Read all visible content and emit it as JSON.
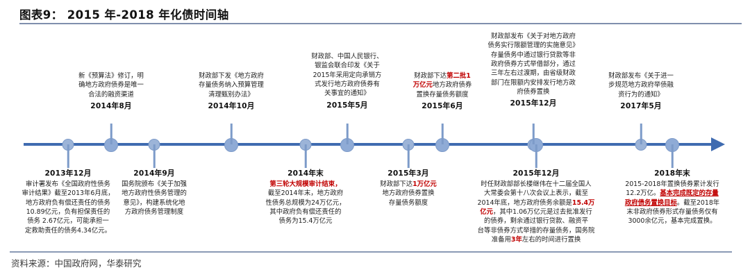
{
  "figure": {
    "title": "图表9： 2015 年-2018 年化债时间轴",
    "source_label": "资料来源：中国政府网，华泰研究"
  },
  "axis": {
    "direction": "left-to-right",
    "line_color": "#3f6bb0",
    "node_color": "#9cb4d8",
    "highlight_color": "#c00000"
  },
  "events": [
    {
      "id": "2013-12",
      "date": "2013年12月",
      "position": "below",
      "body_segments": [
        {
          "text": "审计署发布《全国政府性债务",
          "style": "normal"
        },
        {
          "text": "审计结果》截至2013年6月底，",
          "style": "normal"
        },
        {
          "text": "地方政府负有偿还责任的债务",
          "style": "normal"
        },
        {
          "text": "10.89亿元，负有担保责任的",
          "style": "normal"
        },
        {
          "text": "债务 2.67亿元，可能承担一",
          "style": "normal"
        },
        {
          "text": "定救助责任的债务4.34亿元。",
          "style": "normal"
        }
      ]
    },
    {
      "id": "2014-08",
      "date": "2014年8月",
      "position": "above",
      "body_segments": [
        {
          "text": "新《预算法》修订，明",
          "style": "normal"
        },
        {
          "text": "确地方政府债券是唯一",
          "style": "normal"
        },
        {
          "text": "合法的融资渠道",
          "style": "normal"
        }
      ]
    },
    {
      "id": "2014-09",
      "date": "2014年9月",
      "position": "below",
      "body_segments": [
        {
          "text": "国务院颁布《关于加强",
          "style": "normal"
        },
        {
          "text": "地方政府性债务管理的",
          "style": "normal"
        },
        {
          "text": "意见》，构建系统化地",
          "style": "normal"
        },
        {
          "text": "方政府债务管理制度",
          "style": "normal"
        }
      ]
    },
    {
      "id": "2014-10",
      "date": "2014年10月",
      "position": "above",
      "body_segments": [
        {
          "text": "财政部下发《地方政府",
          "style": "normal"
        },
        {
          "text": "存量债务纳入预算管理",
          "style": "normal"
        },
        {
          "text": "清理甄别办法》",
          "style": "normal"
        }
      ]
    },
    {
      "id": "2014-end",
      "date": "2014年末",
      "position": "below",
      "body_segments": [
        {
          "text": "第三轮大规模审计结束",
          "style": "highlight"
        },
        {
          "text": "，",
          "style": "normal"
        },
        {
          "text": "截至2014年末，地方政府",
          "style": "normal"
        },
        {
          "text": "性债务总规模为24万亿元，",
          "style": "normal"
        },
        {
          "text": "其中政府负有偿还责任的",
          "style": "normal"
        },
        {
          "text": "债务为15.4万亿元",
          "style": "normal"
        }
      ]
    },
    {
      "id": "2015-05",
      "date": "2015年5月",
      "position": "above",
      "body_segments": [
        {
          "text": "财政部、中国人民银行、",
          "style": "normal"
        },
        {
          "text": "银监会联合印发《关于",
          "style": "normal"
        },
        {
          "text": "2015年采用定向承销方",
          "style": "normal"
        },
        {
          "text": "式发行地方政府债券有",
          "style": "normal"
        },
        {
          "text": "关事宜的通知》",
          "style": "normal"
        }
      ]
    },
    {
      "id": "2015-03",
      "date": "2015年3月",
      "position": "below",
      "body_segments": [
        {
          "text": "财政部下达",
          "style": "normal"
        },
        {
          "text": "1万亿元",
          "style": "highlight"
        },
        {
          "text": "地方政府债券置换",
          "style": "normal"
        },
        {
          "text": "存量债务额度",
          "style": "normal"
        }
      ]
    },
    {
      "id": "2015-06",
      "date": "2015年6月",
      "position": "above",
      "body_segments": [
        {
          "text": "财政部下达",
          "style": "normal"
        },
        {
          "text": "第二批1",
          "style": "highlight"
        },
        {
          "text": "万亿元",
          "style": "highlight"
        },
        {
          "text": "地方政府债券",
          "style": "normal"
        },
        {
          "text": "置换存量债务额度",
          "style": "normal"
        }
      ]
    },
    {
      "id": "2015-12-above",
      "date": "2015年12月",
      "position": "above",
      "body_segments": [
        {
          "text": "财政部发布《关于对地方政府",
          "style": "normal"
        },
        {
          "text": "债务实行限额管理的实施意见》",
          "style": "normal"
        },
        {
          "text": "存量债务中通过银行贷款等非",
          "style": "normal"
        },
        {
          "text": "政府债券方式举借部分，通过",
          "style": "normal"
        },
        {
          "text": "三年左右过渡期，由省级财政",
          "style": "normal"
        },
        {
          "text": "部门在限额内安排发行地方政",
          "style": "normal"
        },
        {
          "text": "府债券置换",
          "style": "normal"
        }
      ]
    },
    {
      "id": "2015-12-below",
      "date": "2015年12月",
      "position": "below",
      "body_segments": [
        {
          "text": "时任财政部部长楼继伟在十二届全国人",
          "style": "normal"
        },
        {
          "text": "大常委会第十八次会议上表示，截至",
          "style": "normal"
        },
        {
          "text": "2014年底，地方政府债务余额是",
          "style": "normal"
        },
        {
          "text": "15.4万",
          "style": "highlight"
        },
        {
          "text": "亿元",
          "style": "highlight"
        },
        {
          "text": "，其中1.06万亿元是过去批准发行",
          "style": "normal"
        },
        {
          "text": "的债券，剩余通过银行贷款、融资平",
          "style": "normal"
        },
        {
          "text": "台等非债券方式举措的存量债务，国务院",
          "style": "normal"
        },
        {
          "text": "准备用",
          "style": "normal"
        },
        {
          "text": "3年",
          "style": "highlight"
        },
        {
          "text": "左右的时间进行置换",
          "style": "normal"
        }
      ]
    },
    {
      "id": "2017-05",
      "date": "2017年5月",
      "position": "above",
      "body_segments": [
        {
          "text": "财政部发布《关于进一",
          "style": "normal"
        },
        {
          "text": "步规范地方政府举债融",
          "style": "normal"
        },
        {
          "text": "资行为的通知》",
          "style": "normal"
        }
      ]
    },
    {
      "id": "2018-end",
      "date": "2018年末",
      "position": "below",
      "body_segments": [
        {
          "text": "2015-2018年置换债券累计发行",
          "style": "normal"
        },
        {
          "text": "12.2万亿。",
          "style": "normal"
        },
        {
          "text": "基本完成既定的存量",
          "style": "highlight-underline"
        },
        {
          "text": "政府债务置换目标",
          "style": "highlight-underline"
        },
        {
          "text": "。截至2018年",
          "style": "normal"
        },
        {
          "text": "末非政府债券形式存量债务仅有",
          "style": "normal"
        },
        {
          "text": "3000余亿元，基本完成置换。",
          "style": "normal"
        }
      ]
    }
  ]
}
